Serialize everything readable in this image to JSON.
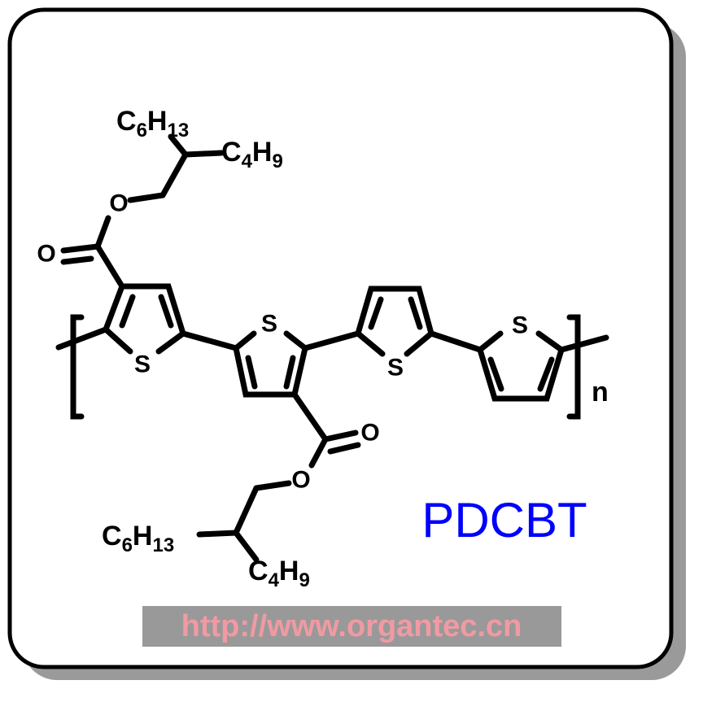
{
  "atoms": {
    "S": "S",
    "O": "O"
  },
  "substituents": {
    "top_branch_a": {
      "main": "C",
      "n1": "6",
      "h": "H",
      "n2": "13"
    },
    "top_branch_b": {
      "main": "C",
      "n1": "4",
      "h": "H",
      "n2": "9"
    },
    "bottom_branch_a": {
      "main": "C",
      "n1": "6",
      "h": "H",
      "n2": "13"
    },
    "bottom_branch_b": {
      "main": "C",
      "n1": "4",
      "h": "H",
      "n2": "9"
    }
  },
  "repeat_subscript": "n",
  "compound_name": "PDCBT",
  "watermark": "http://www.organtec.cn",
  "colors": {
    "name": "#0000ff",
    "watermark_text": "#f19aa3",
    "watermark_band": "#808080"
  }
}
